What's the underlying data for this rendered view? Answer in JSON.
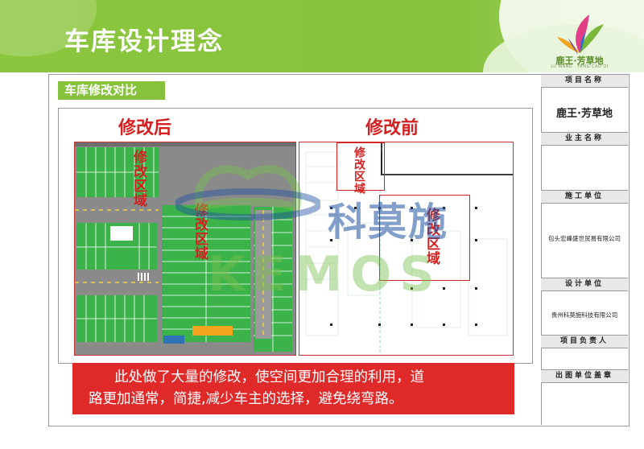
{
  "header": {
    "title": "车库设计理念",
    "logo_text": "鹿王·芳草地",
    "logo_sub": "LU WANG · FANG CAO DI"
  },
  "section": {
    "tag": "车库修改对比"
  },
  "plans": {
    "after_title": "修改后",
    "before_title": "修改前",
    "zone_label": "修改区域"
  },
  "watermark": {
    "cn": "科莫施",
    "en": "KEMOS"
  },
  "note": {
    "line1": "此处做了大量的修改，使空间更加合理的利用，道",
    "line2": "路更加通常，简捷,减少车主的选择，避免绕弯路。"
  },
  "side": {
    "project_name_label": "项目名称",
    "project_name": "鹿王·芳草地",
    "owner_label": "业主名称",
    "owner": "",
    "construction_label": "施工单位",
    "construction": "包头宏峰盛世贸易有限公司",
    "design_label": "设计单位",
    "design": "贵州科莫施科技有限公司",
    "manager_label": "项目负责人",
    "stamp_label": "出图单位盖章"
  },
  "colors": {
    "header_green": "#8cc63f",
    "accent_red": "#e02a2a",
    "parking_green": "#3cb34a"
  }
}
